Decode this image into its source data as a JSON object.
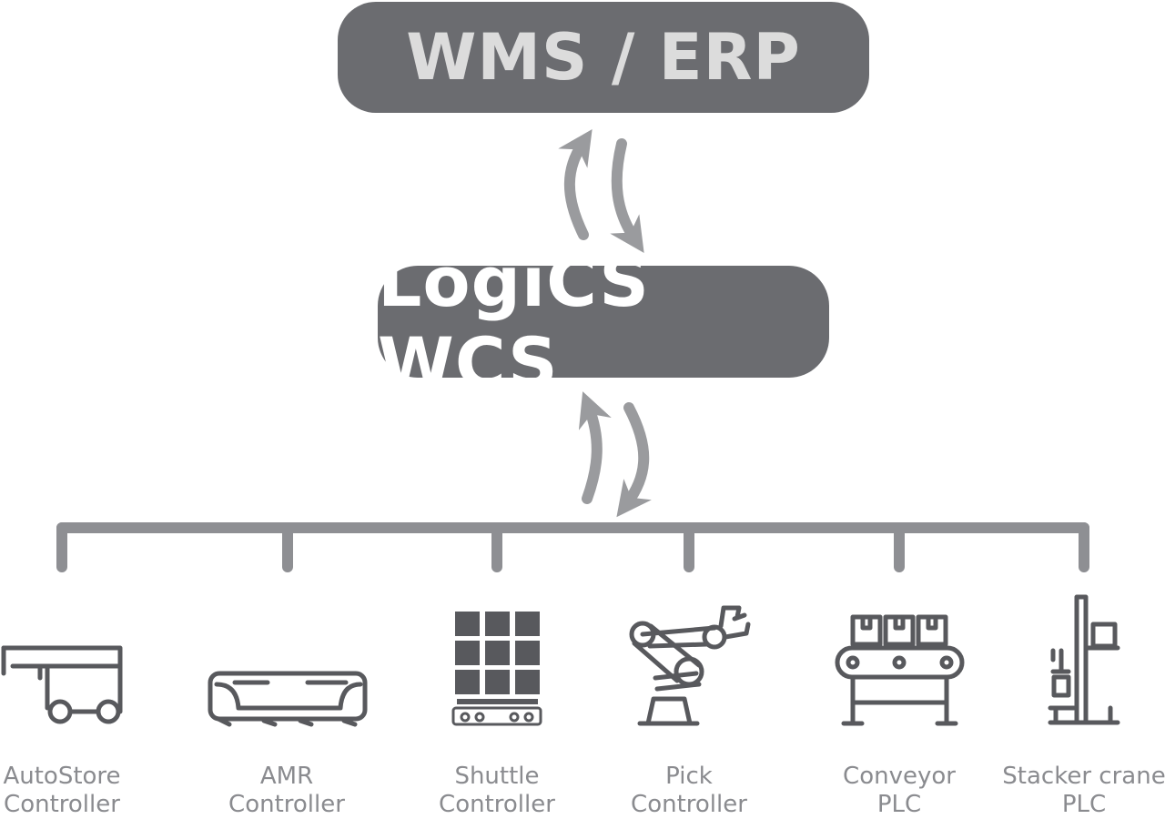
{
  "colors": {
    "box": "#6b6c70",
    "lines": "#8e8f93",
    "icons": "#58595d",
    "text": "#8a8b8f"
  },
  "top_box": {
    "label": "WMS / ERP"
  },
  "middle_box": {
    "label": "LogiCS WCS"
  },
  "devices": [
    {
      "icon": "autostore-icon",
      "line1": "AutoStore",
      "line2": "Controller"
    },
    {
      "icon": "amr-icon",
      "line1": "AMR",
      "line2": "Controller"
    },
    {
      "icon": "shuttle-icon",
      "line1": "Shuttle",
      "line2": "Controller"
    },
    {
      "icon": "robot-arm-icon",
      "line1": "Pick",
      "line2": "Controller"
    },
    {
      "icon": "conveyor-icon",
      "line1": "Conveyor",
      "line2": "PLC"
    },
    {
      "icon": "stacker-crane-icon",
      "line1": "Stacker crane",
      "line2": "PLC"
    }
  ]
}
